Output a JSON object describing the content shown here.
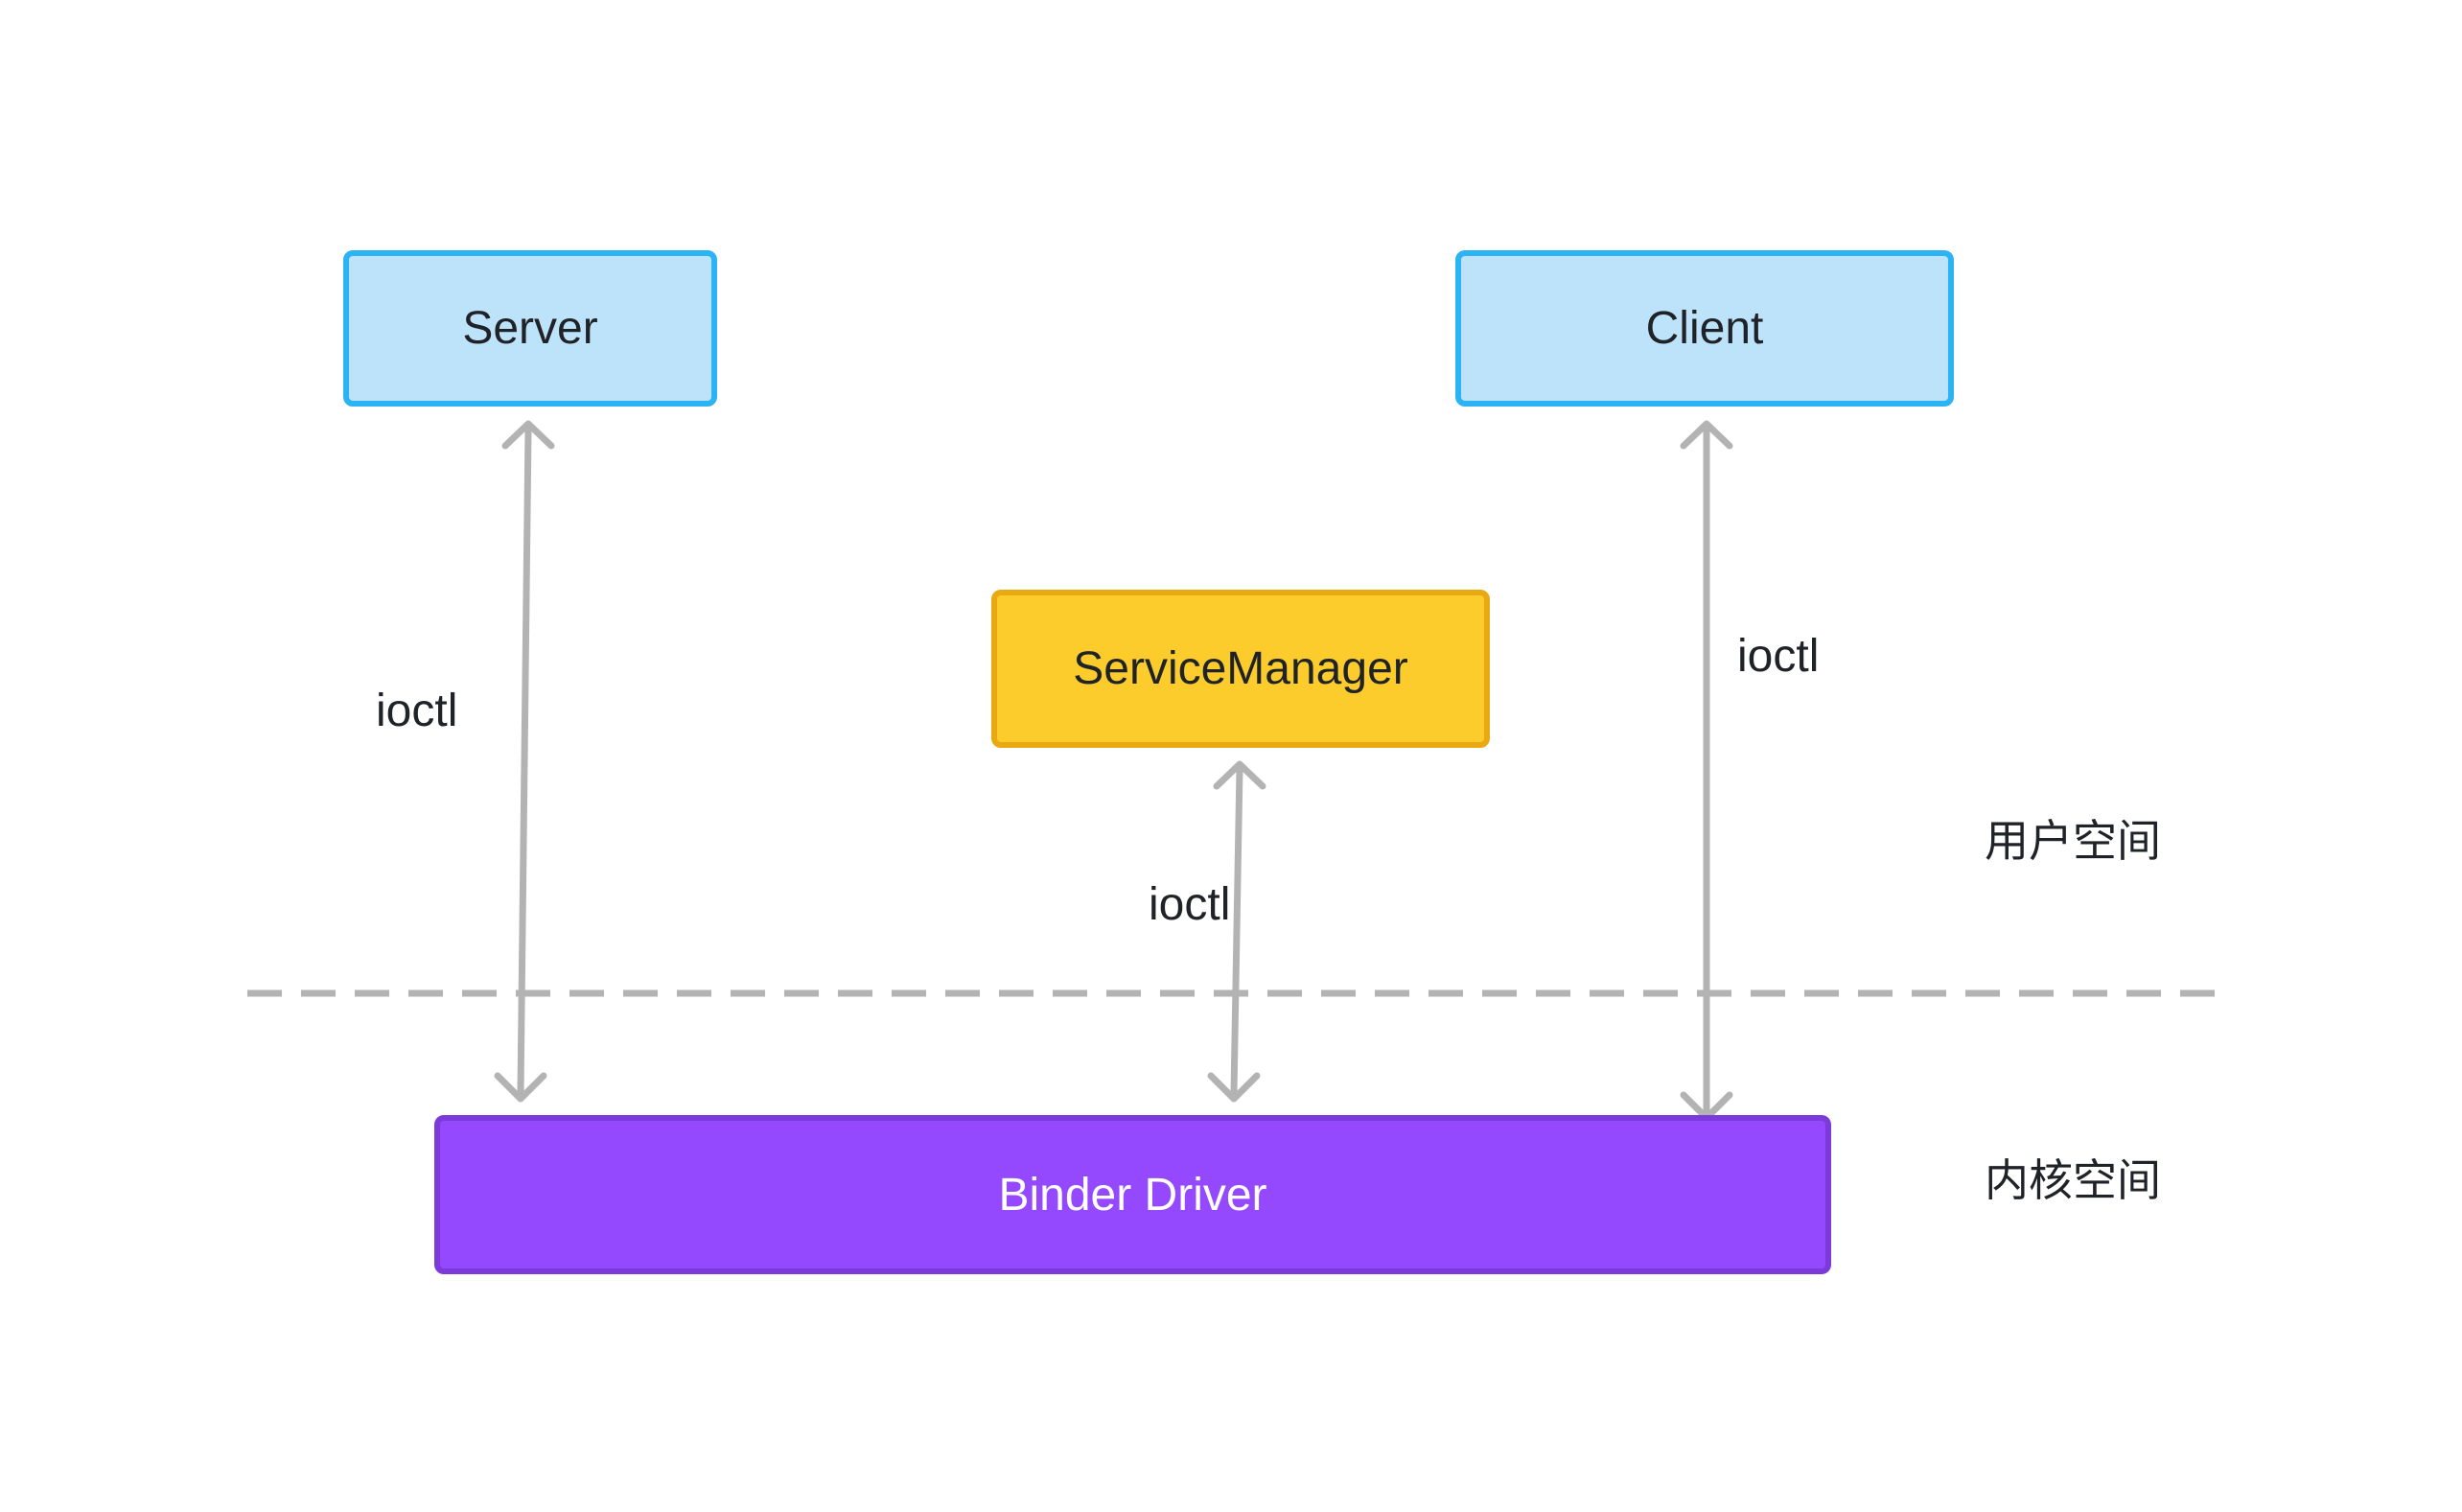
{
  "nodes": {
    "server": "Server",
    "client": "Client",
    "service_manager": "ServiceManager",
    "binder_driver": "Binder Driver"
  },
  "edge_labels": {
    "server_driver": "ioctl",
    "service_manager_driver": "ioctl",
    "client_driver": "ioctl"
  },
  "regions": {
    "user_space": "用户空间",
    "kernel_space": "内核空间"
  },
  "colors": {
    "process_fill": "#bde3fb",
    "process_border": "#2bb3f4",
    "service_manager_fill": "#fccc2c",
    "service_manager_border": "#e8a912",
    "driver_fill": "#9449fe",
    "driver_border": "#7c3ad9",
    "connector": "#b3b3b3"
  }
}
